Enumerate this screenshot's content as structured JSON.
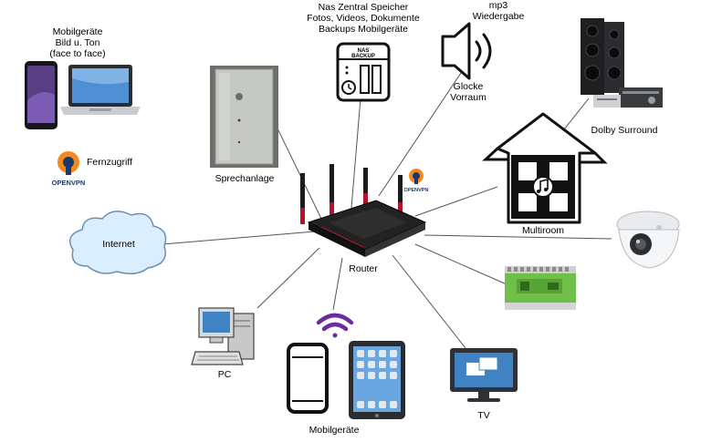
{
  "nodes": {
    "mobile_av": {
      "lines": [
        "Mobilgeräte",
        "Bild u. Ton",
        "(face to face)"
      ]
    },
    "remote_access": {
      "label": "Fernzugriff",
      "logo_text": "OPENVPN"
    },
    "intercom": {
      "label": "Sprechanlage"
    },
    "nas": {
      "lines": [
        "Nas Zentral Speicher",
        "Fotos, Videos, Dokumente",
        "Backups Mobilgeräte"
      ],
      "icon_text": [
        "NAS",
        "BACKUP"
      ]
    },
    "mp3_label": {
      "lines": [
        "mp3",
        "Wiedergabe"
      ]
    },
    "doorbell": {
      "lines": [
        "Glocke",
        "Vorraum"
      ]
    },
    "dolby": {
      "label": "Dolby Surround"
    },
    "multiroom": {
      "label": "Multiroom"
    },
    "internet": {
      "label": "Internet"
    },
    "router": {
      "label": "Router",
      "vpn_logo_text": "OPENVPN"
    },
    "pc": {
      "label": "PC"
    },
    "mobile_devices": {
      "label": "Mobilgeräte"
    },
    "tv": {
      "label": "TV"
    },
    "camera": {
      "label": ""
    },
    "controller": {
      "label": ""
    }
  },
  "colors": {
    "line": "#555555",
    "router_body": "#1c1c1c",
    "router_accent": "#b0152a",
    "cloud_fill": "#dbeefd",
    "cloud_stroke": "#6b8fb5",
    "openvpn_orange": "#f28a1f",
    "openvpn_navy": "#1b3a6b",
    "wifi_purple": "#6a2ca0",
    "pcb_green": "#6fbf4a",
    "monitor_blue": "#3f83c4"
  }
}
